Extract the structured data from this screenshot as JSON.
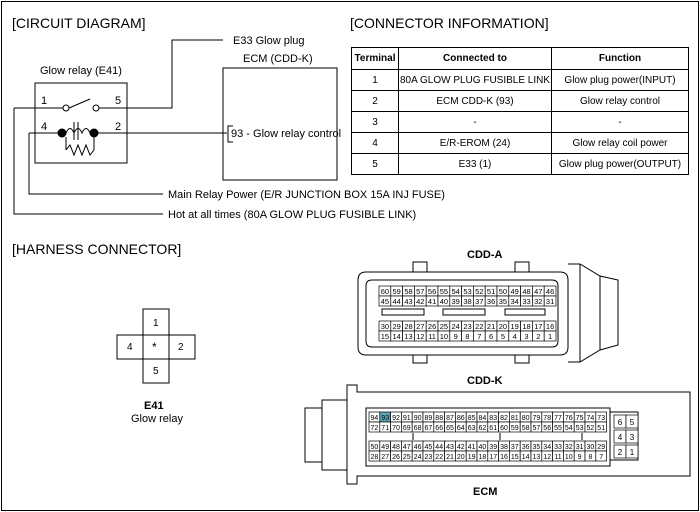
{
  "sections": {
    "circuit": "[CIRCUIT DIAGRAM]",
    "connector_info": "[CONNECTOR INFORMATION]",
    "harness": "[HARNESS CONNECTOR]"
  },
  "circuit": {
    "glow_relay_label": "Glow relay (E41)",
    "e33_label": "E33 Glow plug",
    "ecm_label": "ECM (CDD-K)",
    "ecm_pin_label": "93 - Glow relay control",
    "main_relay_label": "Main Relay Power (E/R JUNCTION BOX 15A INJ FUSE)",
    "hot_label": "Hot at all times (80A GLOW PLUG FUSIBLE LINK)",
    "pins": [
      "1",
      "5",
      "4",
      "2"
    ]
  },
  "table": {
    "headers": [
      "Terminal",
      "Connected to",
      "Function"
    ],
    "rows": [
      [
        "1",
        "80A GLOW PLUG FUSIBLE LINK",
        "Glow plug power(INPUT)"
      ],
      [
        "2",
        "ECM CDD-K (93)",
        "Glow relay control"
      ],
      [
        "3",
        "-",
        "-"
      ],
      [
        "4",
        "E/R-EROM (24)",
        "Glow relay coil power"
      ],
      [
        "5",
        "E33 (1)",
        "Glow plug power(OUTPUT)"
      ]
    ]
  },
  "harness": {
    "e41_pins": [
      "1",
      "4",
      "*",
      "2",
      "5"
    ],
    "e41_name": "E41",
    "e41_desc": "Glow relay",
    "cdda_title": "CDD-A",
    "cdda_row1": [
      "60",
      "59",
      "58",
      "57",
      "56",
      "55",
      "54",
      "53",
      "52",
      "51",
      "50",
      "49",
      "48",
      "47",
      "46"
    ],
    "cdda_row2": [
      "45",
      "44",
      "43",
      "42",
      "41",
      "40",
      "39",
      "38",
      "37",
      "36",
      "35",
      "34",
      "33",
      "32",
      "31"
    ],
    "cdda_row3": [
      "30",
      "29",
      "28",
      "27",
      "26",
      "25",
      "24",
      "23",
      "22",
      "21",
      "20",
      "19",
      "18",
      "17",
      "16"
    ],
    "cdda_row4": [
      "15",
      "14",
      "13",
      "12",
      "11",
      "10",
      "9",
      "8",
      "7",
      "6",
      "5",
      "4",
      "3",
      "2",
      "1"
    ],
    "cddk_title": "CDD-K",
    "cddk_row1": [
      "94",
      "93",
      "92",
      "91",
      "90",
      "89",
      "88",
      "87",
      "86",
      "85",
      "84",
      "83",
      "82",
      "81",
      "80",
      "79",
      "78",
      "77",
      "76",
      "75",
      "74",
      "73"
    ],
    "cddk_row2": [
      "72",
      "71",
      "70",
      "69",
      "68",
      "67",
      "66",
      "65",
      "64",
      "63",
      "62",
      "61",
      "60",
      "59",
      "58",
      "57",
      "56",
      "55",
      "54",
      "53",
      "52",
      "51"
    ],
    "cddk_row3": [
      "50",
      "49",
      "48",
      "47",
      "46",
      "45",
      "44",
      "43",
      "42",
      "41",
      "40",
      "39",
      "38",
      "37",
      "36",
      "35",
      "34",
      "33",
      "32",
      "31",
      "30",
      "29"
    ],
    "cddk_row4": [
      "28",
      "27",
      "26",
      "25",
      "24",
      "23",
      "22",
      "21",
      "20",
      "19",
      "18",
      "17",
      "16",
      "15",
      "14",
      "13",
      "12",
      "11",
      "10",
      "9",
      "8",
      "7"
    ],
    "cddk_side": [
      "6",
      "5",
      "4",
      "3",
      "2",
      "1"
    ],
    "ecm_title": "ECM",
    "highlight_pin": "93",
    "highlight_color": "#5aa6b4"
  }
}
